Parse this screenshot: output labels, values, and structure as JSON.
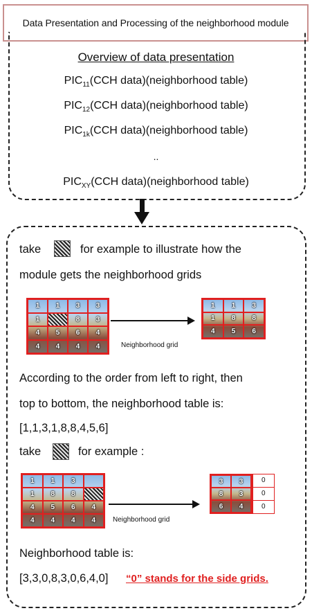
{
  "title": "Data Presentation and Processing of the neighborhood module",
  "overview": {
    "heading": "Overview of data presentation",
    "lines": [
      {
        "pre": "PIC",
        "sub": "11",
        "post": "(CCH data)(neighborhood table)"
      },
      {
        "pre": "PIC",
        "sub": "12",
        "post": "(CCH data)(neighborhood table)"
      },
      {
        "pre": "PIC",
        "sub": "1k",
        "post": "(CCH data)(neighborhood table)"
      },
      {
        "pre": "PIC",
        "sub": "XY",
        "post": "(CCH data)(neighborhood table)"
      }
    ],
    "dots": ".."
  },
  "example1": {
    "take": "take",
    "rest_line1": "for example to illustrate how the",
    "line2": "module gets the neighborhood grids",
    "grid_labels": [
      "1",
      "1",
      "3",
      "3",
      "1",
      "",
      "8",
      "3",
      "4",
      "5",
      "6",
      "4",
      "4",
      "4",
      "4",
      "4"
    ],
    "neighborhood_labels": [
      "1",
      "1",
      "3",
      "1",
      "8",
      "8",
      "4",
      "5",
      "6"
    ],
    "caption": "Neighborhood grid",
    "order_line1": "According to the order from left to right, then",
    "order_line2": "top to bottom, the neighborhood table is:",
    "table": "[1,1,3,1,8,8,4,5,6]"
  },
  "example2": {
    "take": "take",
    "rest": "for example :",
    "grid_labels": [
      "1",
      "1",
      "3",
      "",
      "1",
      "8",
      "8",
      "",
      "4",
      "5",
      "6",
      "4",
      "4",
      "4",
      "4",
      "4"
    ],
    "neighborhood_labels": [
      "3",
      "3",
      "8",
      "3",
      "6",
      "4"
    ],
    "zeros": [
      "0",
      "0",
      "0"
    ],
    "caption": "Neighborhood grid",
    "result_label": "Neighborhood table is:",
    "table": "[3,3,0,8,3,0,6,4,0]",
    "note": "“0” stands for the side grids."
  }
}
